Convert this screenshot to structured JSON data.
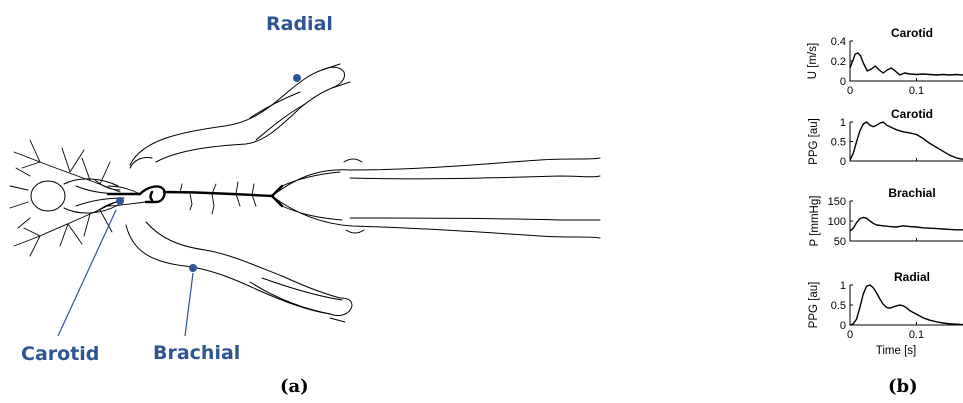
{
  "panel_a": {
    "label": "(a)",
    "sites": {
      "radial": "Radial",
      "carotid": "Carotid",
      "brachial": "Brachial"
    }
  },
  "panel_b": {
    "label": "(b)"
  },
  "colors": {
    "accent": "#2e5593",
    "line": "#000000"
  },
  "chart_data": [
    {
      "type": "line",
      "title": "Carotid",
      "ylabel": "U [m/s]",
      "xlabel": "",
      "xlim": [
        0,
        0.17
      ],
      "ylim": [
        0,
        0.4
      ],
      "yticks": [
        0,
        0.2,
        0.4
      ],
      "ytick_labels": [
        "0",
        "0.2",
        "0.4"
      ],
      "xticks": [
        0,
        0.1
      ],
      "xtick_labels": [
        "0",
        "0.1"
      ],
      "series": [
        {
          "x": [
            0,
            0.004,
            0.008,
            0.012,
            0.016,
            0.02,
            0.026,
            0.032,
            0.038,
            0.044,
            0.05,
            0.056,
            0.062,
            0.068,
            0.075,
            0.082,
            0.09,
            0.1,
            0.11,
            0.12,
            0.13,
            0.14,
            0.15,
            0.16,
            0.17
          ],
          "y": [
            0.13,
            0.2,
            0.27,
            0.28,
            0.25,
            0.18,
            0.1,
            0.12,
            0.15,
            0.11,
            0.08,
            0.11,
            0.13,
            0.1,
            0.06,
            0.08,
            0.07,
            0.065,
            0.07,
            0.065,
            0.06,
            0.065,
            0.06,
            0.065,
            0.06
          ]
        }
      ]
    },
    {
      "type": "line",
      "title": "Carotid",
      "ylabel": "PPG [au]",
      "xlabel": "",
      "xlim": [
        0,
        0.17
      ],
      "ylim": [
        0,
        1
      ],
      "yticks": [
        0,
        0.5,
        1
      ],
      "ytick_labels": [
        "0",
        "0.5",
        "1"
      ],
      "xticks": [
        0,
        0.1
      ],
      "xtick_labels": [
        "",
        ""
      ],
      "series": [
        {
          "x": [
            0,
            0.005,
            0.01,
            0.015,
            0.02,
            0.025,
            0.03,
            0.035,
            0.04,
            0.045,
            0.05,
            0.055,
            0.06,
            0.07,
            0.08,
            0.09,
            0.1,
            0.11,
            0.12,
            0.13,
            0.14,
            0.15,
            0.16,
            0.17
          ],
          "y": [
            0.02,
            0.2,
            0.5,
            0.78,
            0.95,
            1.0,
            0.92,
            0.88,
            0.92,
            0.97,
            1.0,
            0.92,
            0.88,
            0.8,
            0.75,
            0.72,
            0.68,
            0.58,
            0.45,
            0.35,
            0.25,
            0.15,
            0.08,
            0.04
          ]
        }
      ]
    },
    {
      "type": "line",
      "title": "Brachial",
      "ylabel": "P [mmHg]",
      "xlabel": "",
      "xlim": [
        0,
        0.17
      ],
      "ylim": [
        50,
        150
      ],
      "yticks": [
        50,
        100,
        150
      ],
      "ytick_labels": [
        "50",
        "100",
        "150"
      ],
      "xticks": [
        0,
        0.1
      ],
      "xtick_labels": [
        "",
        ""
      ],
      "series": [
        {
          "x": [
            0,
            0.005,
            0.01,
            0.015,
            0.02,
            0.025,
            0.03,
            0.035,
            0.04,
            0.05,
            0.06,
            0.07,
            0.08,
            0.09,
            0.1,
            0.11,
            0.12,
            0.13,
            0.14,
            0.15,
            0.16,
            0.17
          ],
          "y": [
            75,
            82,
            96,
            106,
            109,
            107,
            100,
            94,
            90,
            88,
            86,
            85,
            88,
            86,
            85,
            83,
            82,
            81,
            80,
            79,
            78,
            78
          ]
        }
      ]
    },
    {
      "type": "line",
      "title": "Radial",
      "ylabel": "PPG [au]",
      "xlabel": "Time [s]",
      "xlim": [
        0,
        0.17
      ],
      "ylim": [
        0,
        1
      ],
      "yticks": [
        0,
        0.5,
        1
      ],
      "ytick_labels": [
        "0",
        "0.5",
        "1"
      ],
      "xticks": [
        0,
        0.1
      ],
      "xtick_labels": [
        "0",
        "0.1"
      ],
      "series": [
        {
          "x": [
            0,
            0.005,
            0.01,
            0.015,
            0.02,
            0.025,
            0.03,
            0.035,
            0.04,
            0.045,
            0.05,
            0.055,
            0.06,
            0.065,
            0.07,
            0.075,
            0.08,
            0.085,
            0.09,
            0.1,
            0.11,
            0.12,
            0.13,
            0.14,
            0.15,
            0.16,
            0.17
          ],
          "y": [
            0.0,
            0.03,
            0.15,
            0.45,
            0.78,
            0.97,
            1.0,
            0.93,
            0.8,
            0.65,
            0.52,
            0.44,
            0.42,
            0.45,
            0.48,
            0.5,
            0.48,
            0.43,
            0.36,
            0.27,
            0.18,
            0.12,
            0.08,
            0.05,
            0.03,
            0.02,
            0.01
          ]
        }
      ]
    }
  ]
}
